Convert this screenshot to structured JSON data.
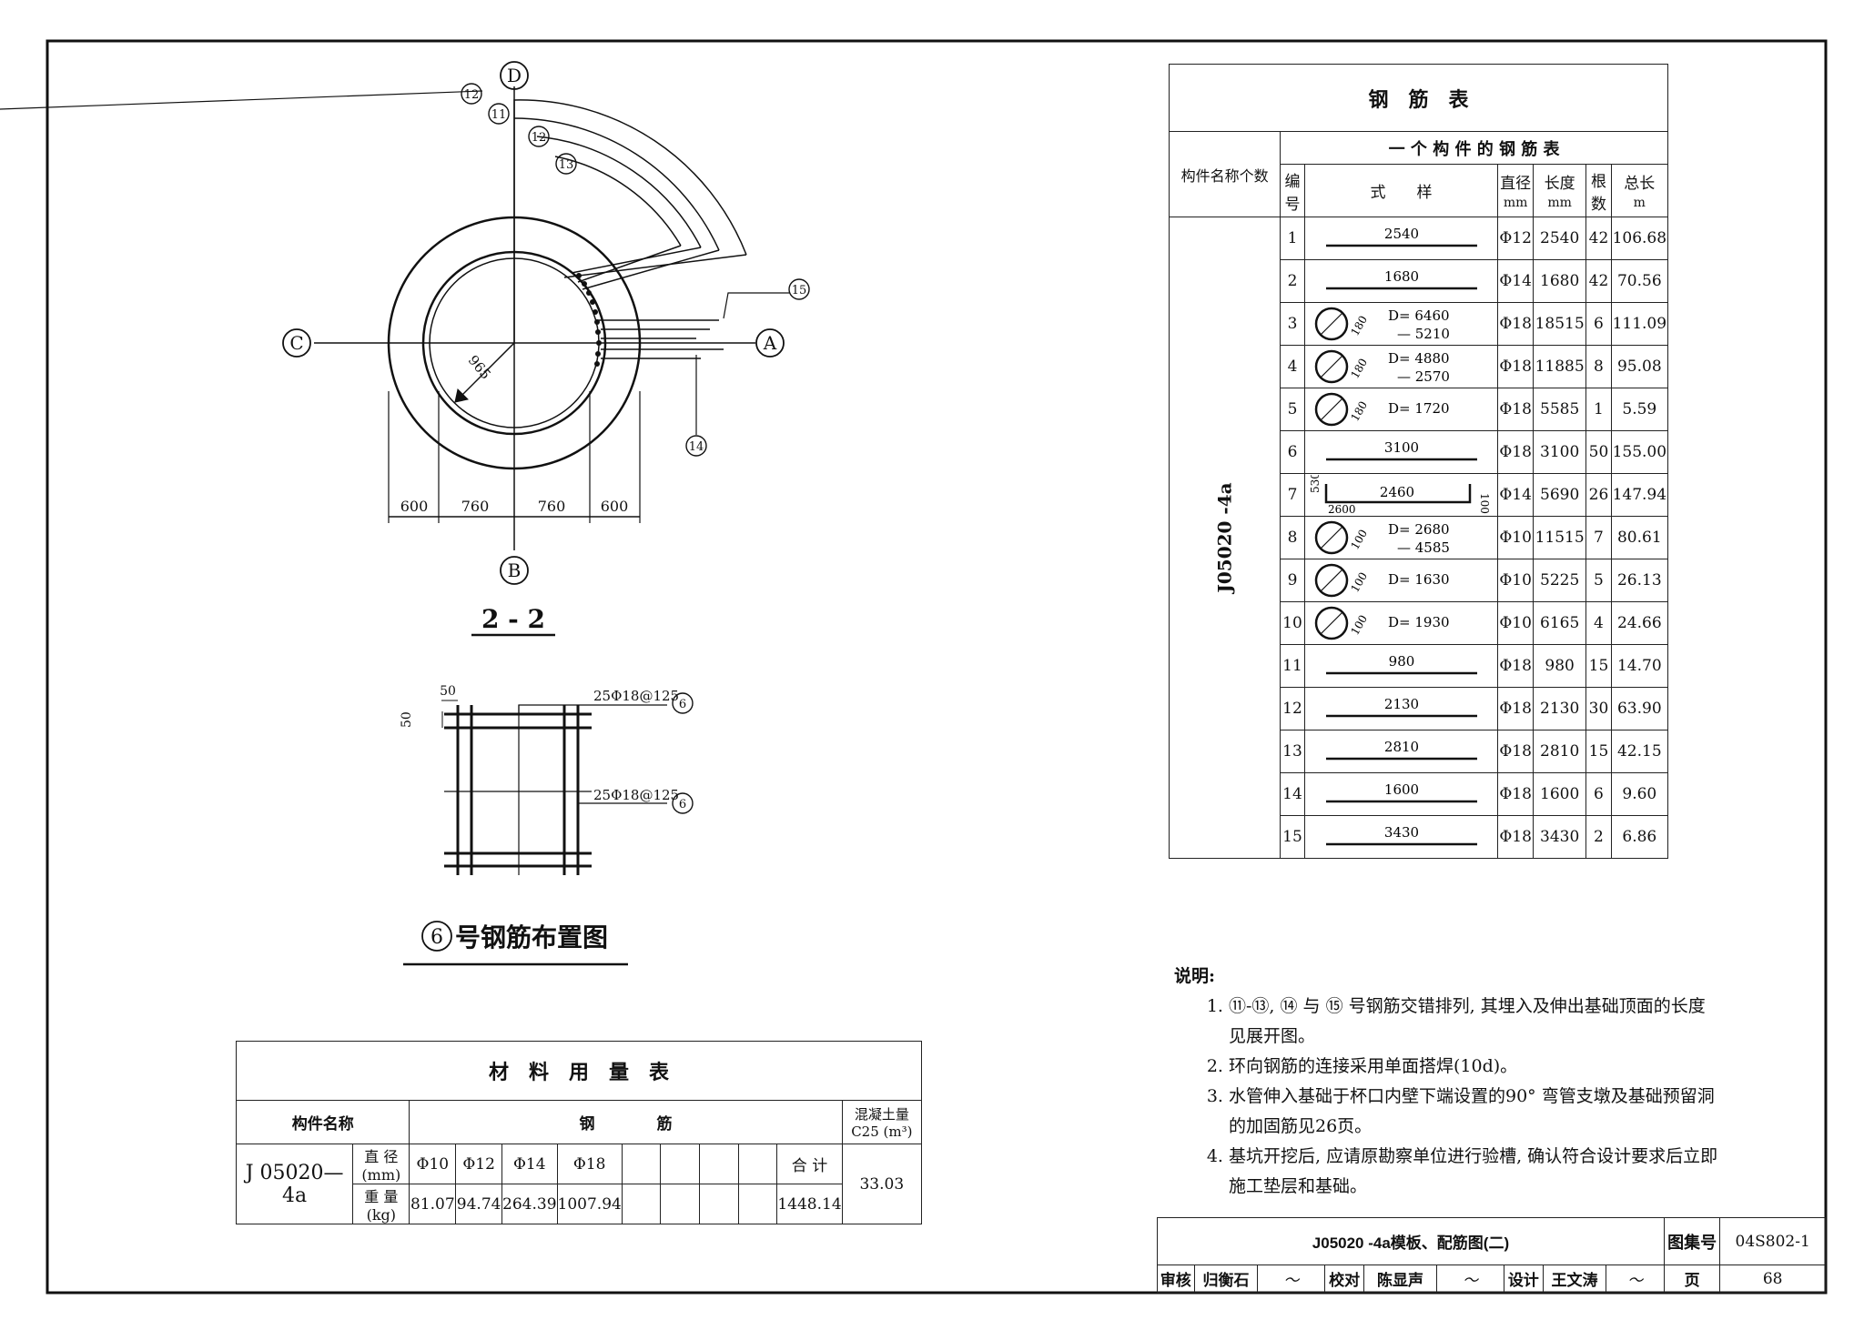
{
  "section_view": {
    "axis_labels": {
      "top": "D",
      "bottom": "B",
      "left": "C",
      "right": "A"
    },
    "radius_label": "965",
    "dims": [
      "600",
      "760",
      "760",
      "600"
    ],
    "callouts": [
      "12",
      "11",
      "12",
      "13",
      "15",
      "14"
    ],
    "title": "2 - 2"
  },
  "detail_view": {
    "dim_top": "50",
    "dim_side": "50",
    "label_top": "25Φ18@125",
    "label_mid": "25Φ18@125",
    "callout": "6",
    "title_num": "6",
    "title_text": "号钢筋布置图"
  },
  "rebar_table": {
    "title": "钢　筋　表",
    "member_header": "构件名称个数",
    "subheader": "一 个 构 件 的 钢 筋 表",
    "col_no": "编号",
    "col_shape": "式　　样",
    "col_dia": "直径",
    "col_dia_unit": "mm",
    "col_len": "长度",
    "col_len_unit": "mm",
    "col_count": "根数",
    "col_total": "总长",
    "col_total_unit": "m",
    "member": "J05020 -4a",
    "rows": [
      {
        "no": "1",
        "shape": "2540",
        "dia": "Φ12",
        "len": "2540",
        "count": "42",
        "total": "106.68"
      },
      {
        "no": "2",
        "shape": "1680",
        "dia": "Φ14",
        "len": "1680",
        "count": "42",
        "total": "70.56"
      },
      {
        "no": "3",
        "shape": "D= 6460 — 5210",
        "dia": "Φ18",
        "len": "18515",
        "count": "6",
        "total": "111.09"
      },
      {
        "no": "4",
        "shape": "D= 4880 — 2570",
        "dia": "Φ18",
        "len": "11885",
        "count": "8",
        "total": "95.08"
      },
      {
        "no": "5",
        "shape": "D= 1720",
        "dia": "Φ18",
        "len": "5585",
        "count": "1",
        "total": "5.59"
      },
      {
        "no": "6",
        "shape": "3100",
        "dia": "Φ18",
        "len": "3100",
        "count": "50",
        "total": "155.00"
      },
      {
        "no": "7",
        "shape": "2460",
        "dia": "Φ14",
        "len": "5690",
        "count": "26",
        "total": "147.94"
      },
      {
        "no": "8",
        "shape": "D= 2680 — 4585",
        "dia": "Φ10",
        "len": "11515",
        "count": "7",
        "total": "80.61"
      },
      {
        "no": "9",
        "shape": "D= 1630",
        "dia": "Φ10",
        "len": "5225",
        "count": "5",
        "total": "26.13"
      },
      {
        "no": "10",
        "shape": "D= 1930",
        "dia": "Φ10",
        "len": "6165",
        "count": "4",
        "total": "24.66"
      },
      {
        "no": "11",
        "shape": "980",
        "dia": "Φ18",
        "len": "980",
        "count": "15",
        "total": "14.70"
      },
      {
        "no": "12",
        "shape": "2130",
        "dia": "Φ18",
        "len": "2130",
        "count": "30",
        "total": "63.90"
      },
      {
        "no": "13",
        "shape": "2810",
        "dia": "Φ18",
        "len": "2810",
        "count": "15",
        "total": "42.15"
      },
      {
        "no": "14",
        "shape": "1600",
        "dia": "Φ18",
        "len": "1600",
        "count": "6",
        "total": "9.60"
      },
      {
        "no": "15",
        "shape": "3430",
        "dia": "Φ18",
        "len": "3430",
        "count": "2",
        "total": "6.86"
      }
    ],
    "shape_extra": {
      "hook180": "180",
      "hook100": "100",
      "r7_left": "530",
      "r7_bottom": "2600",
      "r7_right": "100"
    }
  },
  "material_table": {
    "title": "材　料　用　量　表",
    "col_member": "构件名称",
    "col_steel": "钢　　　　筋",
    "col_concrete": "混凝土量 C25 (m³)",
    "member": "J 05020— 4a",
    "label_dia": "直 径(mm)",
    "label_weight": "重 量(kg)",
    "dias": [
      "Φ10",
      "Φ12",
      "Φ14",
      "Φ18"
    ],
    "weights": [
      "81.07",
      "94.74",
      "264.39",
      "1007.94"
    ],
    "sum_label": "合 计",
    "sum_value": "1448.14",
    "concrete": "33.03"
  },
  "notes": {
    "title": "说明:",
    "items": [
      "⑪-⑬, ⑭ 与 ⑮ 号钢筋交错排列, 其埋入及伸出基础顶面的长度见展开图。",
      "环向钢筋的连接采用单面搭焊(10d)。",
      "水管伸入基础于杯口内壁下端设置的90° 弯管支墩及基础预留洞的加固筋见26页。",
      "基坑开挖后, 应请原勘察单位进行验槽, 确认符合设计要求后立即施工垫层和基础。"
    ]
  },
  "title_block": {
    "title": "J05020 -4a模板、配筋图(二)",
    "atlas_label": "图集号",
    "atlas_no": "04S802-1",
    "review_label": "审核",
    "review_name": "归衡石",
    "check_label": "校对",
    "check_name": "陈显声",
    "design_label": "设计",
    "design_name": "王文涛",
    "page_label": "页",
    "page_no": "68"
  }
}
